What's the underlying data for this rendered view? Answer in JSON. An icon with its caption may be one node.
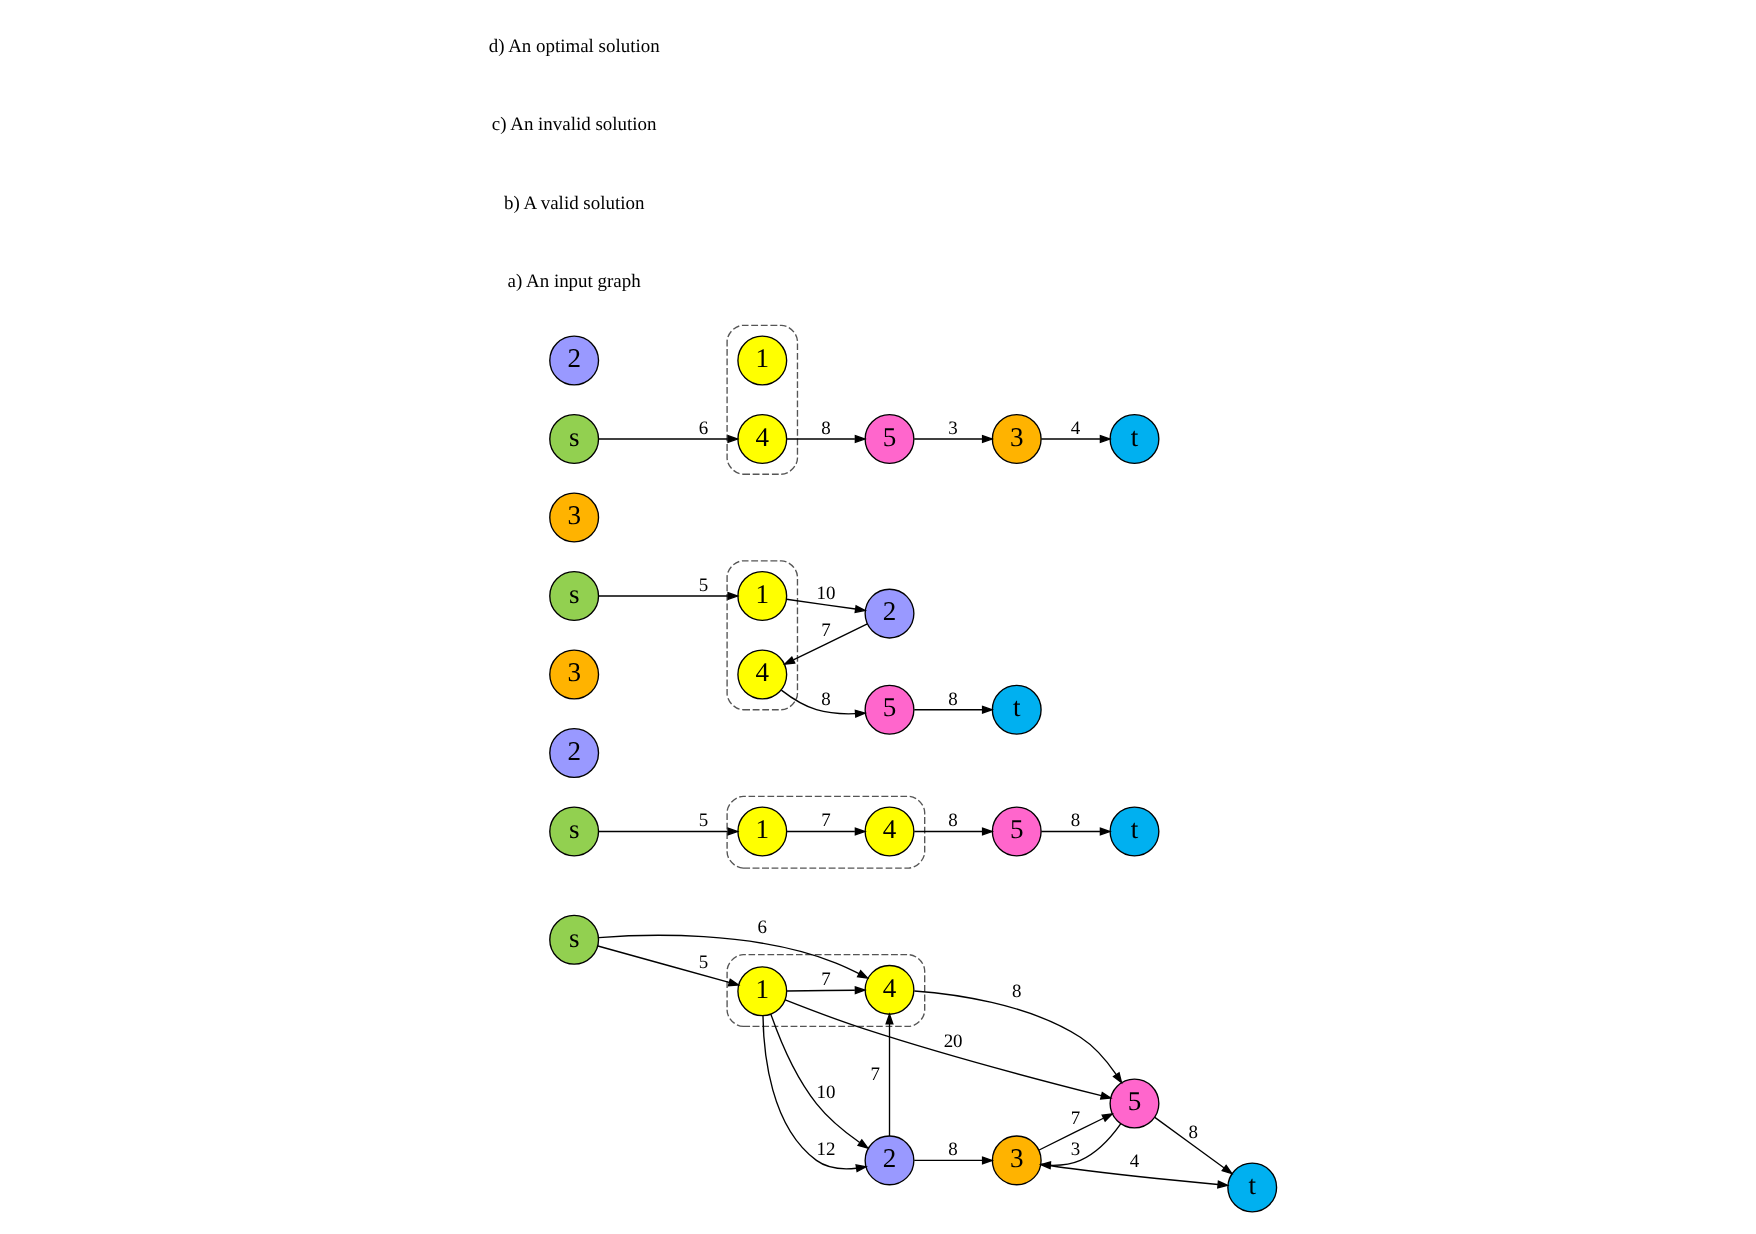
{
  "diagram": {
    "nodes": [
      {
        "text": [],
        "shape": "ellipse"
      },
      {
        "text": [
          "s"
        ]
      },
      {
        "text": [
          "1"
        ],
        "in": 0
      },
      {
        "text": [
          "4"
        ],
        "in": 0
      },
      {
        "text": [
          "2"
        ]
      },
      {
        "text": [
          "3"
        ]
      },
      {
        "text": [
          "5"
        ]
      },
      {
        "text": [
          "t"
        ]
      },
      {
        "text": [],
        "shape": "ellipse"
      },
      {
        "text": [
          "s"
        ]
      },
      {
        "text": [
          "1"
        ],
        "in": 8
      },
      {
        "text": [
          "4"
        ],
        "in": 8
      },
      {
        "text": [
          "2"
        ]
      },
      {
        "text": [
          "3"
        ]
      },
      {
        "text": [
          "5"
        ]
      },
      {
        "text": [
          "t"
        ]
      },
      {
        "text": [],
        "shape": "ellipse"
      },
      {
        "text": [
          "s"
        ]
      },
      {
        "text": [
          "1"
        ],
        "in": 16
      },
      {
        "text": [
          "4"
        ],
        "in": 16
      },
      {
        "text": [
          "2"
        ]
      },
      {
        "text": [
          "3"
        ]
      },
      {
        "text": [
          "5"
        ]
      },
      {
        "text": [
          "t"
        ]
      },
      {
        "text": [],
        "shape": "ellipse"
      },
      {
        "text": [
          "s"
        ]
      },
      {
        "text": [
          "1"
        ],
        "in": 24
      },
      {
        "text": [
          "4"
        ],
        "in": 24
      },
      {
        "text": [
          "2"
        ]
      },
      {
        "text": [
          "3"
        ]
      },
      {
        "text": [
          "5"
        ]
      },
      {
        "text": [
          "t"
        ]
      }
    ],
    "edges": [
      {
        "from": 1,
        "to": 2,
        "arrow": "to",
        "label": "5"
      },
      {
        "from": 1,
        "to": 3,
        "arrow": "to",
        "label": "6"
      },
      {
        "from": 2,
        "to": 4,
        "arrow": "to",
        "label": "12"
      },
      {
        "from": 2,
        "to": 4,
        "arrow": "to",
        "label": "10"
      },
      {
        "from": 2,
        "to": 3,
        "arrow": "to",
        "label": "7"
      },
      {
        "from": 2,
        "to": 6,
        "arrow": "to",
        "label": "20"
      },
      {
        "from": 4,
        "to": 3,
        "arrow": "to",
        "label": "7"
      },
      {
        "from": 4,
        "to": 5,
        "arrow": "to",
        "label": "8"
      },
      {
        "from": 3,
        "to": 6,
        "arrow": "to",
        "label": "8"
      },
      {
        "from": 5,
        "to": 6,
        "arrow": "to",
        "label": "7"
      },
      {
        "from": 6,
        "to": 5,
        "arrow": "to",
        "label": "3"
      },
      {
        "from": 5,
        "to": 7,
        "arrow": "to",
        "label": "4"
      },
      {
        "from": 6,
        "to": 7,
        "arrow": "to",
        "label": "8"
      },
      {
        "from": 9,
        "to": 10,
        "arrow": "to",
        "label": "5"
      },
      {
        "from": 10,
        "to": 11,
        "arrow": "to",
        "label": "7"
      },
      {
        "from": 11,
        "to": 14,
        "arrow": "to",
        "label": "8"
      },
      {
        "from": 14,
        "to": 15,
        "arrow": "to",
        "label": "8"
      },
      {
        "from": 17,
        "to": 18,
        "arrow": "to",
        "label": "5"
      },
      {
        "from": 18,
        "to": 20,
        "arrow": "to",
        "label": "10"
      },
      {
        "from": 20,
        "to": 19,
        "arrow": "to",
        "label": "7"
      },
      {
        "from": 19,
        "to": 22,
        "arrow": "to",
        "label": "8"
      },
      {
        "from": 22,
        "to": 23,
        "arrow": "to",
        "label": "8"
      },
      {
        "from": 25,
        "to": 27,
        "arrow": "to",
        "label": "6"
      },
      {
        "from": 27,
        "to": 30,
        "arrow": "to",
        "label": "8"
      },
      {
        "from": 30,
        "to": 29,
        "arrow": "to",
        "label": "3"
      },
      {
        "from": 29,
        "to": 31,
        "arrow": "to",
        "label": "4"
      }
    ],
    "labels": [
      "a) An input graph",
      "b) A valid solution",
      "c) An invalid solution",
      "d) An optimal solution"
    ]
  }
}
